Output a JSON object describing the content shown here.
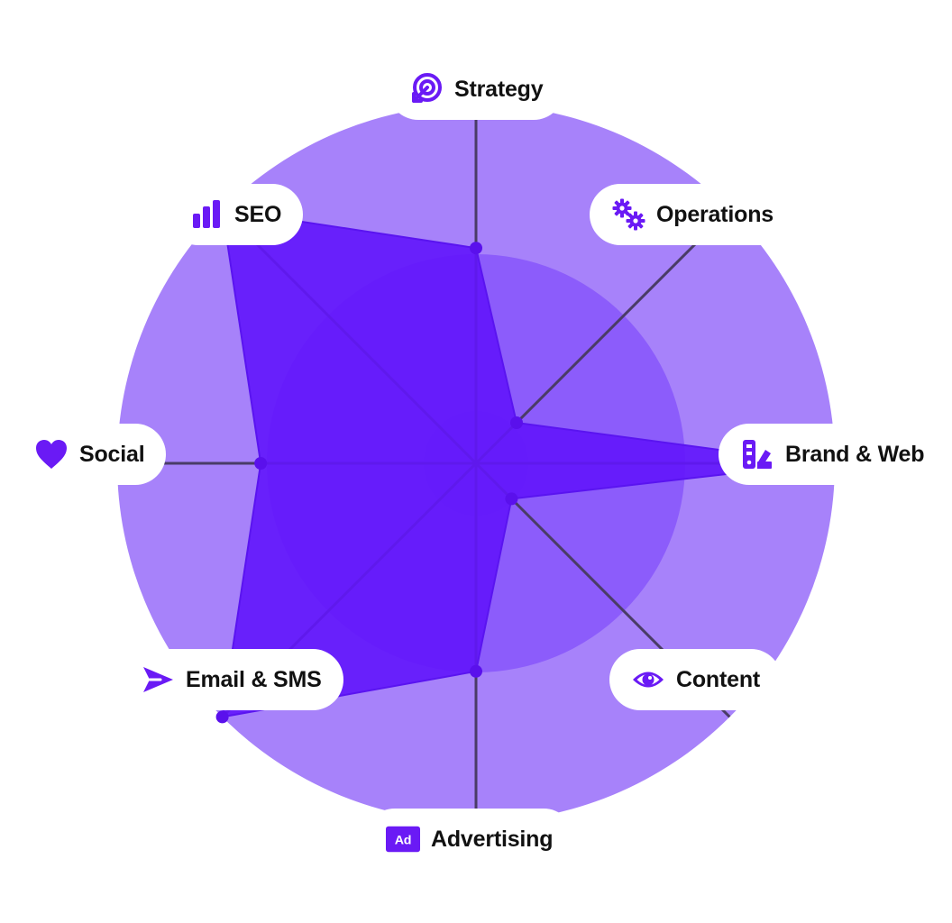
{
  "chart_data": {
    "type": "radar",
    "categories": [
      "Strategy",
      "Operations",
      "Brand & Web",
      "Content",
      "Advertising",
      "Email & SMS",
      "Social",
      "SEO"
    ],
    "series": [
      {
        "values": [
          0.6,
          0.16,
          0.96,
          0.14,
          0.58,
          1.0,
          0.6,
          1.0
        ]
      }
    ],
    "rlim": [
      0,
      1
    ],
    "grid": "circular"
  },
  "labels": {
    "strategy": "Strategy",
    "operations": "Operations",
    "brand_web": "Brand & Web",
    "content": "Content",
    "advertising": "Advertising",
    "email_sms": "Email & SMS",
    "social": "Social",
    "seo": "SEO"
  },
  "icons": {
    "strategy": "target-arrow-icon",
    "operations": "gears-icon",
    "brand_web": "swatch-palette-icon",
    "content": "eye-icon",
    "advertising": "ad-badge-icon",
    "email_sms": "send-arrow-icon",
    "social": "heart-icon",
    "seo": "bar-chart-icon"
  },
  "icon_ad_text": "Ad",
  "colors": {
    "outer_ring": "#a782fa",
    "inner_ring": "#8c5cfb",
    "core_ring": "#7a4af6",
    "fill": "#6215fb",
    "stroke": "#5a14f0",
    "dot": "#5a10ec",
    "spoke": "#4a3c66",
    "icon": "#6a1af5"
  }
}
